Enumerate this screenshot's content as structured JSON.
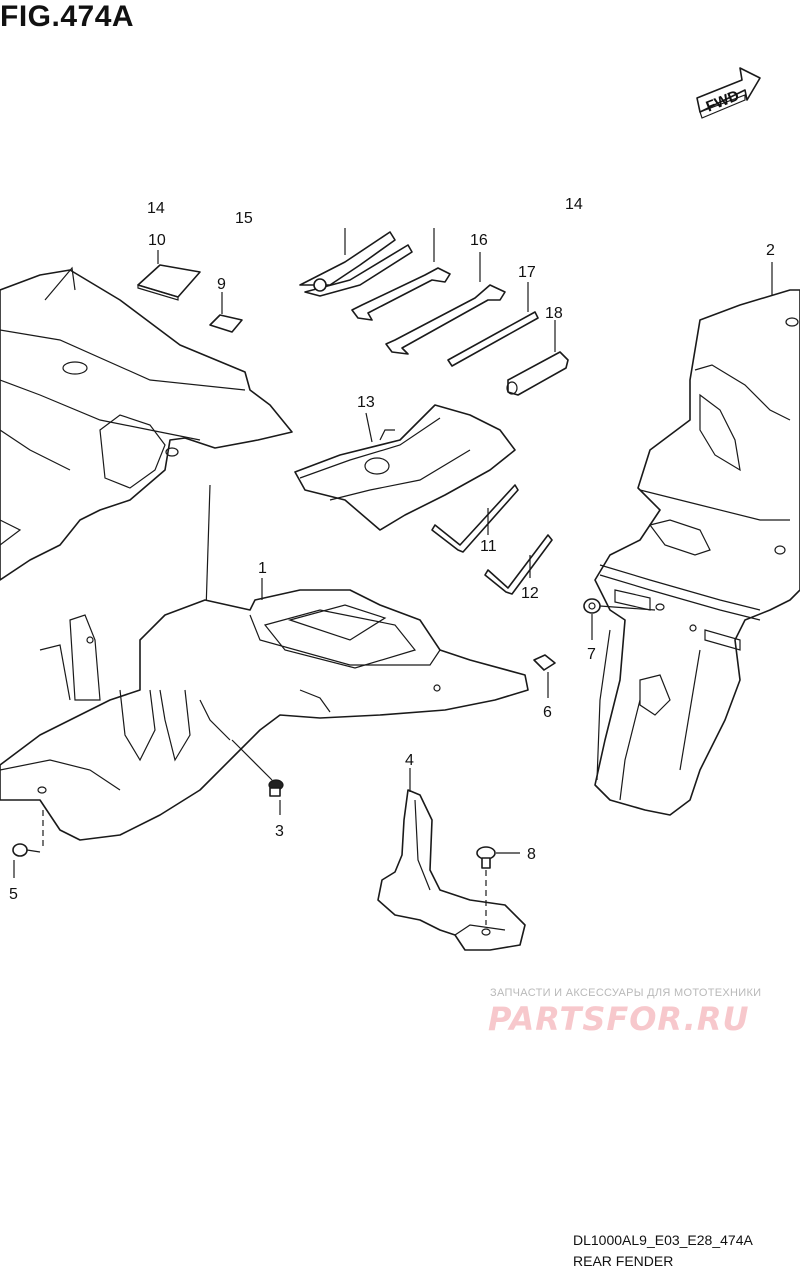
{
  "figure": {
    "title": "FIG.474A",
    "direction_label": "FWD",
    "diagram_code": "DL1000AL9_E03_E28_474A",
    "diagram_name": "REAR FENDER"
  },
  "watermark": {
    "tagline": "ЗАПЧАСТИ И АКСЕССУАРЫ ДЛЯ МОТОТЕХНИКИ",
    "logo_text": "PARTSFOR.RU"
  },
  "callouts": [
    {
      "id": "c1",
      "label": "1"
    },
    {
      "id": "c2",
      "label": "2"
    },
    {
      "id": "c3",
      "label": "3"
    },
    {
      "id": "c4",
      "label": "4"
    },
    {
      "id": "c5",
      "label": "5"
    },
    {
      "id": "c6",
      "label": "6"
    },
    {
      "id": "c7",
      "label": "7"
    },
    {
      "id": "c8",
      "label": "8"
    },
    {
      "id": "c9",
      "label": "9"
    },
    {
      "id": "c10",
      "label": "10"
    },
    {
      "id": "c11",
      "label": "11"
    },
    {
      "id": "c12",
      "label": "12"
    },
    {
      "id": "c13",
      "label": "13"
    },
    {
      "id": "c14",
      "label": "14"
    },
    {
      "id": "c15",
      "label": "15"
    },
    {
      "id": "c16",
      "label": "16"
    },
    {
      "id": "c17",
      "label": "17"
    },
    {
      "id": "c18",
      "label": "18"
    },
    {
      "id": "c14b",
      "label": "14"
    }
  ],
  "colors": {
    "line": "#1a1a1a",
    "background": "#ffffff",
    "watermark_logo": "#f7c8cc",
    "watermark_text": "#b9b9b9"
  }
}
